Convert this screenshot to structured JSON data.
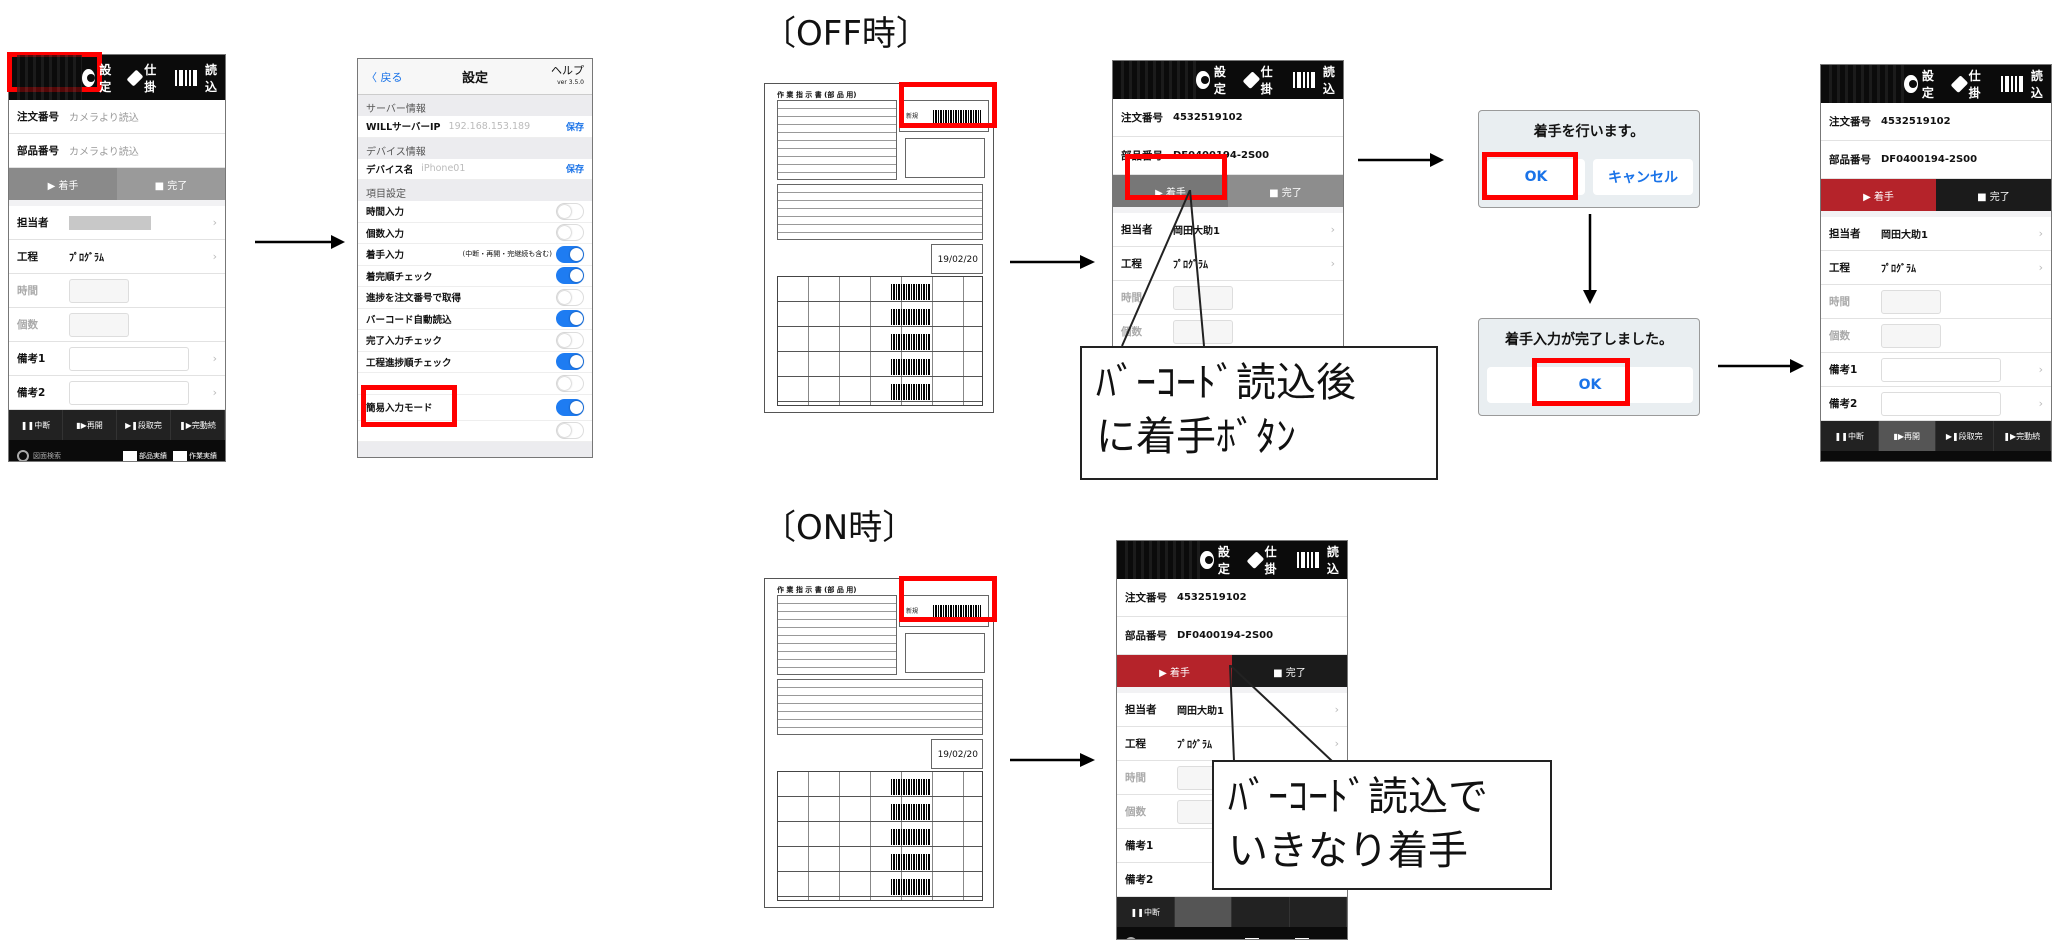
{
  "labels": {
    "off": "〔OFF時〕",
    "on": "〔ON時〕"
  },
  "header": {
    "settings": "設定",
    "spec": "仕掛",
    "spec_partial": "仕掛",
    "read": "読込"
  },
  "fields": {
    "order_no": "注文番号",
    "part_no": "部品番号",
    "owner": "担当者",
    "process": "工程",
    "time": "時間",
    "count": "個数",
    "note1": "備考1",
    "note2": "備考2"
  },
  "values": {
    "camera_read": "カメラより読込",
    "order_no": "4532519102",
    "part_no": "DF0400194-2S00",
    "owner": "岡田大助1",
    "process": "ﾌﾟﾛｸﾞﾗﾑ",
    "process_partial": "ﾌﾟﾛｸﾞﾗﾑ"
  },
  "actions": {
    "start": "▶  着手",
    "finish": "■  完了"
  },
  "bottom": {
    "pause": "中断",
    "resume": "再開",
    "handover": "段取完",
    "complete": "完動続"
  },
  "footer": {
    "search": "図面検索",
    "parts": "部品実績",
    "work": "作業実績"
  },
  "settings": {
    "back": "〈 戻る",
    "title": "設定",
    "help": "ヘルプ",
    "version": "ver 3.5.0",
    "server_section": "サーバー情報",
    "will_server_ip": "WILLサーバーIP",
    "server_ip_value": "192.168.153.189",
    "save": "保存",
    "device_section": "デバイス情報",
    "device_name": "デバイス名",
    "device_value": "iPhone01",
    "item_section": "項目設定",
    "rows": [
      {
        "label": "時間入力",
        "note": "",
        "on": false
      },
      {
        "label": "個数入力",
        "note": "",
        "on": false
      },
      {
        "label": "着手入力",
        "note": "(中断・再開・完継続も含む)",
        "on": true
      },
      {
        "label": "着完順チェック",
        "note": "",
        "on": true
      },
      {
        "label": "進捗を注文番号で取得",
        "note": "",
        "on": false
      },
      {
        "label": "バーコード自動読込",
        "note": "",
        "on": true
      },
      {
        "label": "完了入力チェック",
        "note": "",
        "on": false
      },
      {
        "label": "工程進捗順チェック",
        "note": "",
        "on": true
      }
    ],
    "easy_mode": "簡易入力モード"
  },
  "dialogs": {
    "confirm_title": "着手を行います。",
    "ok": "OK",
    "cancel": "キャンセル",
    "done_title": "着手入力が完了しました。"
  },
  "callouts": {
    "off_line1": "ﾊﾞｰｺｰﾄﾞ読込後",
    "off_line2": "に着手ﾎﾞﾀﾝ",
    "on_line1": "ﾊﾞｰｺｰﾄﾞ読込で",
    "on_line2": "いきなり着手"
  },
  "doc": {
    "title": "作 業 指 示 書 (部 品 用)",
    "stamp": "新規",
    "date": "19/02/20"
  },
  "colors": {
    "highlight": "#ff0000",
    "start_active": "#b5232a",
    "toggle_on": "#1e7cf2"
  }
}
